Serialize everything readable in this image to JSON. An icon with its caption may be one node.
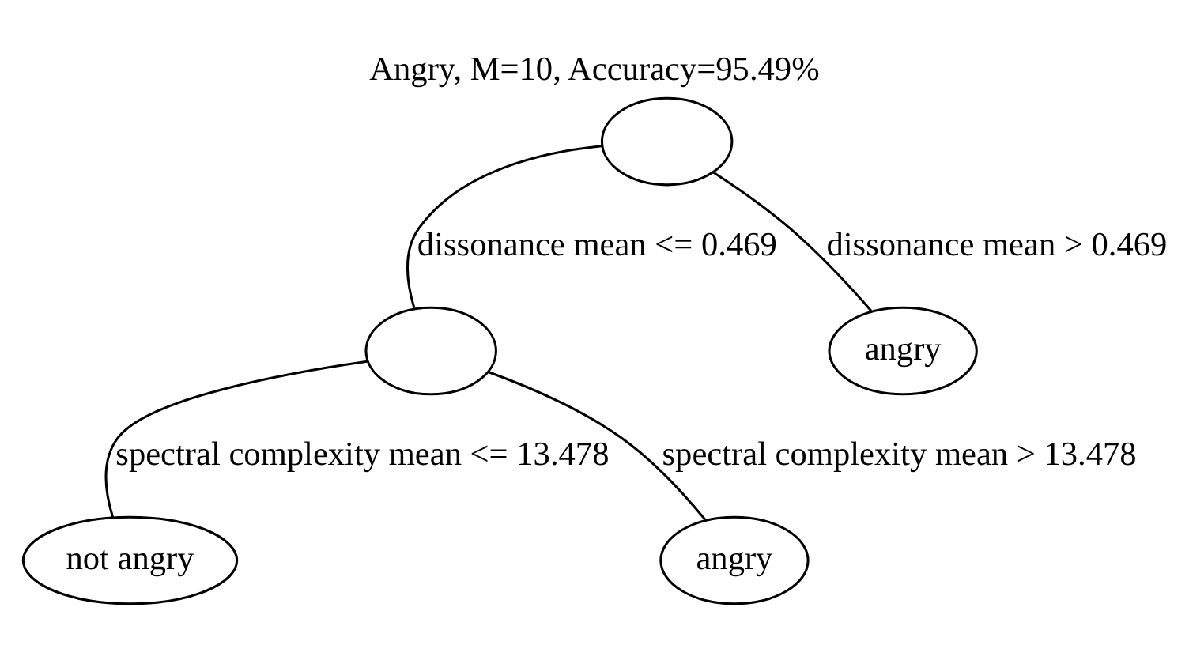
{
  "diagram": {
    "title": "Angry, M=10, Accuracy=95.49%",
    "nodes": [
      {
        "text": [],
        "shape": "ellipse"
      },
      {
        "text": [],
        "shape": "ellipse"
      },
      {
        "text": [
          "angry"
        ]
      },
      {
        "text": [
          "not angry"
        ]
      },
      {
        "text": [
          "angry"
        ]
      }
    ],
    "edges": [
      {
        "from": 0,
        "to": 1,
        "arrow": "none",
        "label": "dissonance mean <= 0.469"
      },
      {
        "from": 0,
        "to": 2,
        "arrow": "none",
        "label": "dissonance mean > 0.469"
      },
      {
        "from": 1,
        "to": 3,
        "arrow": "none",
        "label": "spectral complexity mean <= 13.478"
      },
      {
        "from": 1,
        "to": 4,
        "arrow": "none",
        "label": "spectral complexity mean > 13.478"
      }
    ]
  }
}
